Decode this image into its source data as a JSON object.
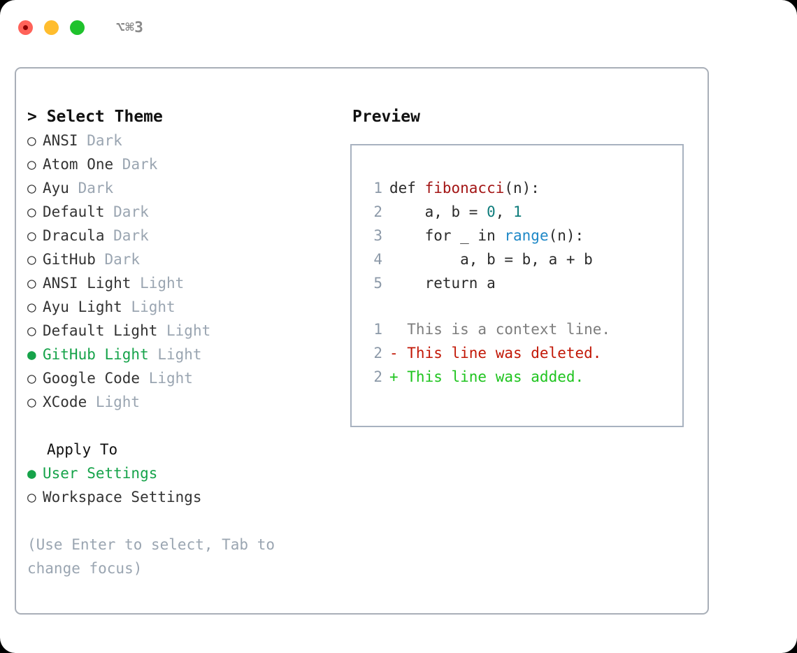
{
  "window": {
    "shortcut": "⌥⌘3",
    "traffic_lights": [
      "close",
      "minimize",
      "maximize"
    ]
  },
  "theme_panel": {
    "header": "> Select Theme",
    "selected_theme": "GitHub Light",
    "accent_color": "#16A34A",
    "muted_color": "#9AA5B1",
    "items": [
      {
        "marker": "○",
        "name": "ANSI",
        "kind": "Dark",
        "selected": false
      },
      {
        "marker": "○",
        "name": "Atom One",
        "kind": "Dark",
        "selected": false
      },
      {
        "marker": "○",
        "name": "Ayu",
        "kind": "Dark",
        "selected": false
      },
      {
        "marker": "○",
        "name": "Default",
        "kind": "Dark",
        "selected": false
      },
      {
        "marker": "○",
        "name": "Dracula",
        "kind": "Dark",
        "selected": false
      },
      {
        "marker": "○",
        "name": "GitHub",
        "kind": "Dark",
        "selected": false
      },
      {
        "marker": "○",
        "name": "ANSI Light",
        "kind": "Light",
        "selected": false
      },
      {
        "marker": "○",
        "name": "Ayu Light",
        "kind": "Light",
        "selected": false
      },
      {
        "marker": "○",
        "name": "Default Light",
        "kind": "Light",
        "selected": false
      },
      {
        "marker": "●",
        "name": "GitHub Light",
        "kind": "Light",
        "selected": true
      },
      {
        "marker": "○",
        "name": "Google Code",
        "kind": "Light",
        "selected": false
      },
      {
        "marker": "○",
        "name": "XCode",
        "kind": "Light",
        "selected": false
      }
    ]
  },
  "apply_to": {
    "title": "Apply To",
    "options": [
      {
        "marker": "●",
        "label": "User Settings",
        "selected": true
      },
      {
        "marker": "○",
        "label": "Workspace Settings",
        "selected": false
      }
    ]
  },
  "hint": "(Use Enter to select, Tab to change focus)",
  "preview": {
    "title": "Preview",
    "code_lines": [
      {
        "no": "1",
        "tokens": [
          {
            "t": "def ",
            "c": "plain"
          },
          {
            "t": "fibonacci",
            "c": "fn"
          },
          {
            "t": "(n):",
            "c": "plain"
          }
        ]
      },
      {
        "no": "2",
        "tokens": [
          {
            "t": "    a, b = ",
            "c": "plain"
          },
          {
            "t": "0",
            "c": "num"
          },
          {
            "t": ", ",
            "c": "plain"
          },
          {
            "t": "1",
            "c": "num"
          }
        ]
      },
      {
        "no": "3",
        "tokens": [
          {
            "t": "    for _ in ",
            "c": "plain"
          },
          {
            "t": "range",
            "c": "bi"
          },
          {
            "t": "(n):",
            "c": "plain"
          }
        ]
      },
      {
        "no": "4",
        "tokens": [
          {
            "t": "        a, b = b, a + b",
            "c": "plain"
          }
        ]
      },
      {
        "no": "5",
        "tokens": [
          {
            "t": "    return a",
            "c": "plain"
          }
        ]
      }
    ],
    "diff_lines": [
      {
        "no": "1",
        "text": "  This is a context line.",
        "kind": "context"
      },
      {
        "no": "2",
        "text": "- This line was deleted.",
        "kind": "del"
      },
      {
        "no": "2",
        "text": "+ This line was added.",
        "kind": "add"
      }
    ],
    "syntax_colors": {
      "function": "#A31515",
      "number": "#0E7C7B",
      "builtin": "#1E88C7",
      "plain": "#2B2B2B",
      "lineno": "#8C99A8",
      "diff_context": "#7D7D7D",
      "diff_deleted": "#C21807",
      "diff_added": "#1FC41F"
    }
  }
}
